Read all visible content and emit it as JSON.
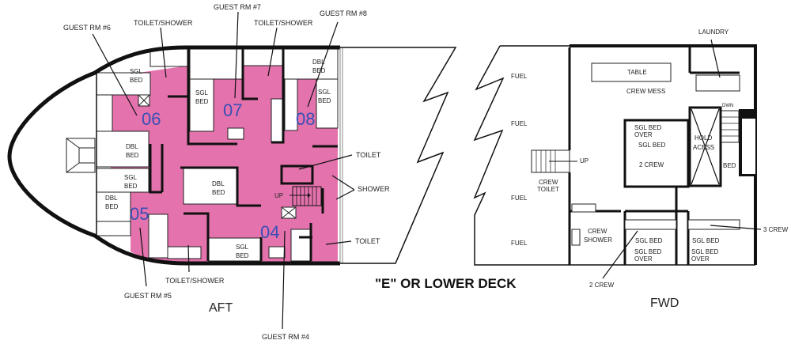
{
  "title": "\"E\" OR LOWER DECK",
  "orientation": {
    "aft": "AFT",
    "fwd": "FWD"
  },
  "colors": {
    "guest_area": "#e472ad",
    "room_number": "#3a4fb5",
    "walls": "#111111"
  },
  "aft": {
    "callouts": {
      "guest_rm_6": "GUEST RM #6",
      "guest_rm_7": "GUEST RM #7",
      "guest_rm_8": "GUEST RM #8",
      "guest_rm_5": "GUEST RM #5",
      "guest_rm_4": "GUEST RM #4",
      "toilet_shower_6": "TOILET/SHOWER",
      "toilet_shower_7": "TOILET/SHOWER",
      "toilet_shower_5": "TOILET/SHOWER",
      "toilet_1": "TOILET",
      "shower": "SHOWER",
      "toilet_2": "TOILET"
    },
    "room_numbers": [
      "06",
      "07",
      "08",
      "05",
      "04"
    ],
    "beds": {
      "sgl": [
        "SGL",
        "BED"
      ],
      "dbl": [
        "DBL",
        "BED"
      ]
    },
    "stairs_label": "UP"
  },
  "middle": {
    "fuel": [
      "FUEL",
      "FUEL",
      "FUEL",
      "FUEL"
    ]
  },
  "fwd": {
    "laundry": "LAUNDRY",
    "table": "TABLE",
    "crew_mess": "CREW MESS",
    "up": "UP",
    "dwn": "DWN",
    "crew_toilet": [
      "CREW",
      "TOILET"
    ],
    "crew_shower": [
      "CREW",
      "SHOWER"
    ],
    "sgl_bed_over": [
      "SGL BED",
      "OVER"
    ],
    "sgl_bed": "SGL BED",
    "hold_access": [
      "HOLD",
      "ACESS"
    ],
    "two_crew": "2 CREW",
    "bed": "BED",
    "three_crew": "3 CREW",
    "two_crew_callout": "2 CREW"
  }
}
